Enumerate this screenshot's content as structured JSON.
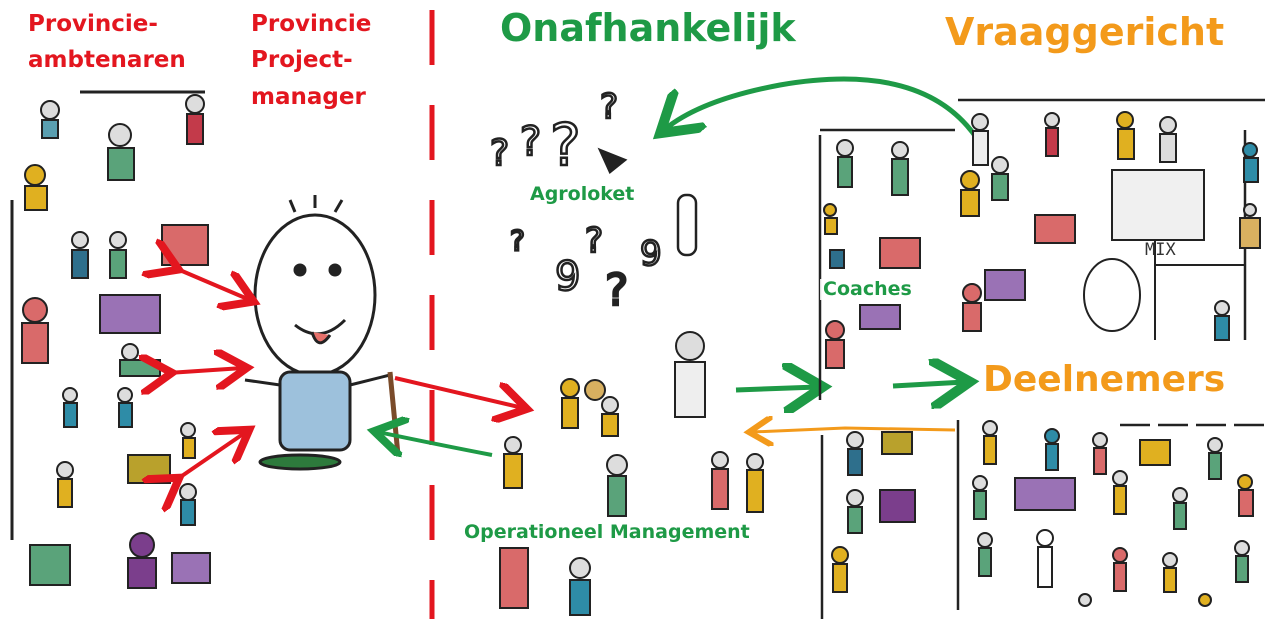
{
  "labels": {
    "provincie_ambtenaren": [
      "Provincie-",
      "ambtenaren"
    ],
    "provincie_projectmanager": [
      "Provincie",
      "Project-",
      "manager"
    ],
    "onafhankelijk": "Onafhankelijk",
    "vraaggericht": "Vraaggericht",
    "agroloket": "Agroloket",
    "coaches": "Coaches",
    "deelnemers": "Deelnemers",
    "operationeel_management": "Operationeel Management",
    "mix_board": "MIX"
  },
  "colors": {
    "red": "#e3161f",
    "green": "#1e9a46",
    "orange": "#f39a1b",
    "ink": "#222222"
  }
}
